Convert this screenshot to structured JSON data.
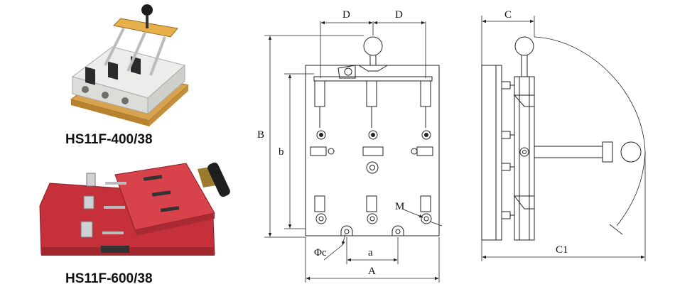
{
  "products": [
    {
      "model": "HS11F-400/38",
      "photo": "porcelain-base knife switch with wooden base, yellow handle frame and black ball knob"
    },
    {
      "model": "HS11F-600/38",
      "photo": "red insulating-board knife switch with hinged red cover and black handle grip"
    }
  ],
  "dimensions": {
    "D_left": "D",
    "D_right": "D",
    "C": "C",
    "B": "B",
    "b": "b",
    "M": "M",
    "phi_c": "Φc",
    "a": "a",
    "A": "A",
    "C1": "C1"
  },
  "colors": {
    "line": "#222222",
    "porcelain": "#e6e6e3",
    "wood": "#d9a24e",
    "red_board": "#c6303a",
    "red_cover": "#d8424a",
    "metal": "#b9bcc0"
  }
}
